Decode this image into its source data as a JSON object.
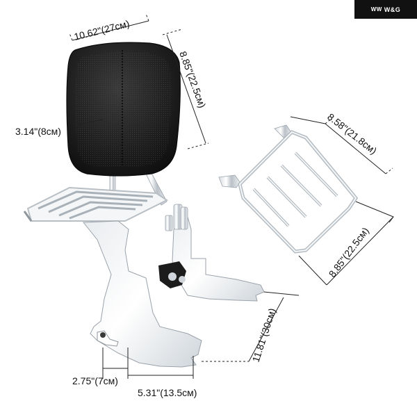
{
  "brand": {
    "name": "W&G",
    "mark": "WW"
  },
  "dimensions": {
    "backrest_width": "10.62\"(27см)",
    "backrest_height": "8.85\"(22.5см)",
    "backrest_depth": "3.14\"(8см)",
    "rack_width": "8.58\"(21.8см)",
    "rack_length": "8.85\"(22.5см)",
    "sideplate_height": "11.81\"(30см)",
    "slot_spacing": "2.75\"(7см)",
    "slot_span": "5.31\"(13.5см)"
  }
}
